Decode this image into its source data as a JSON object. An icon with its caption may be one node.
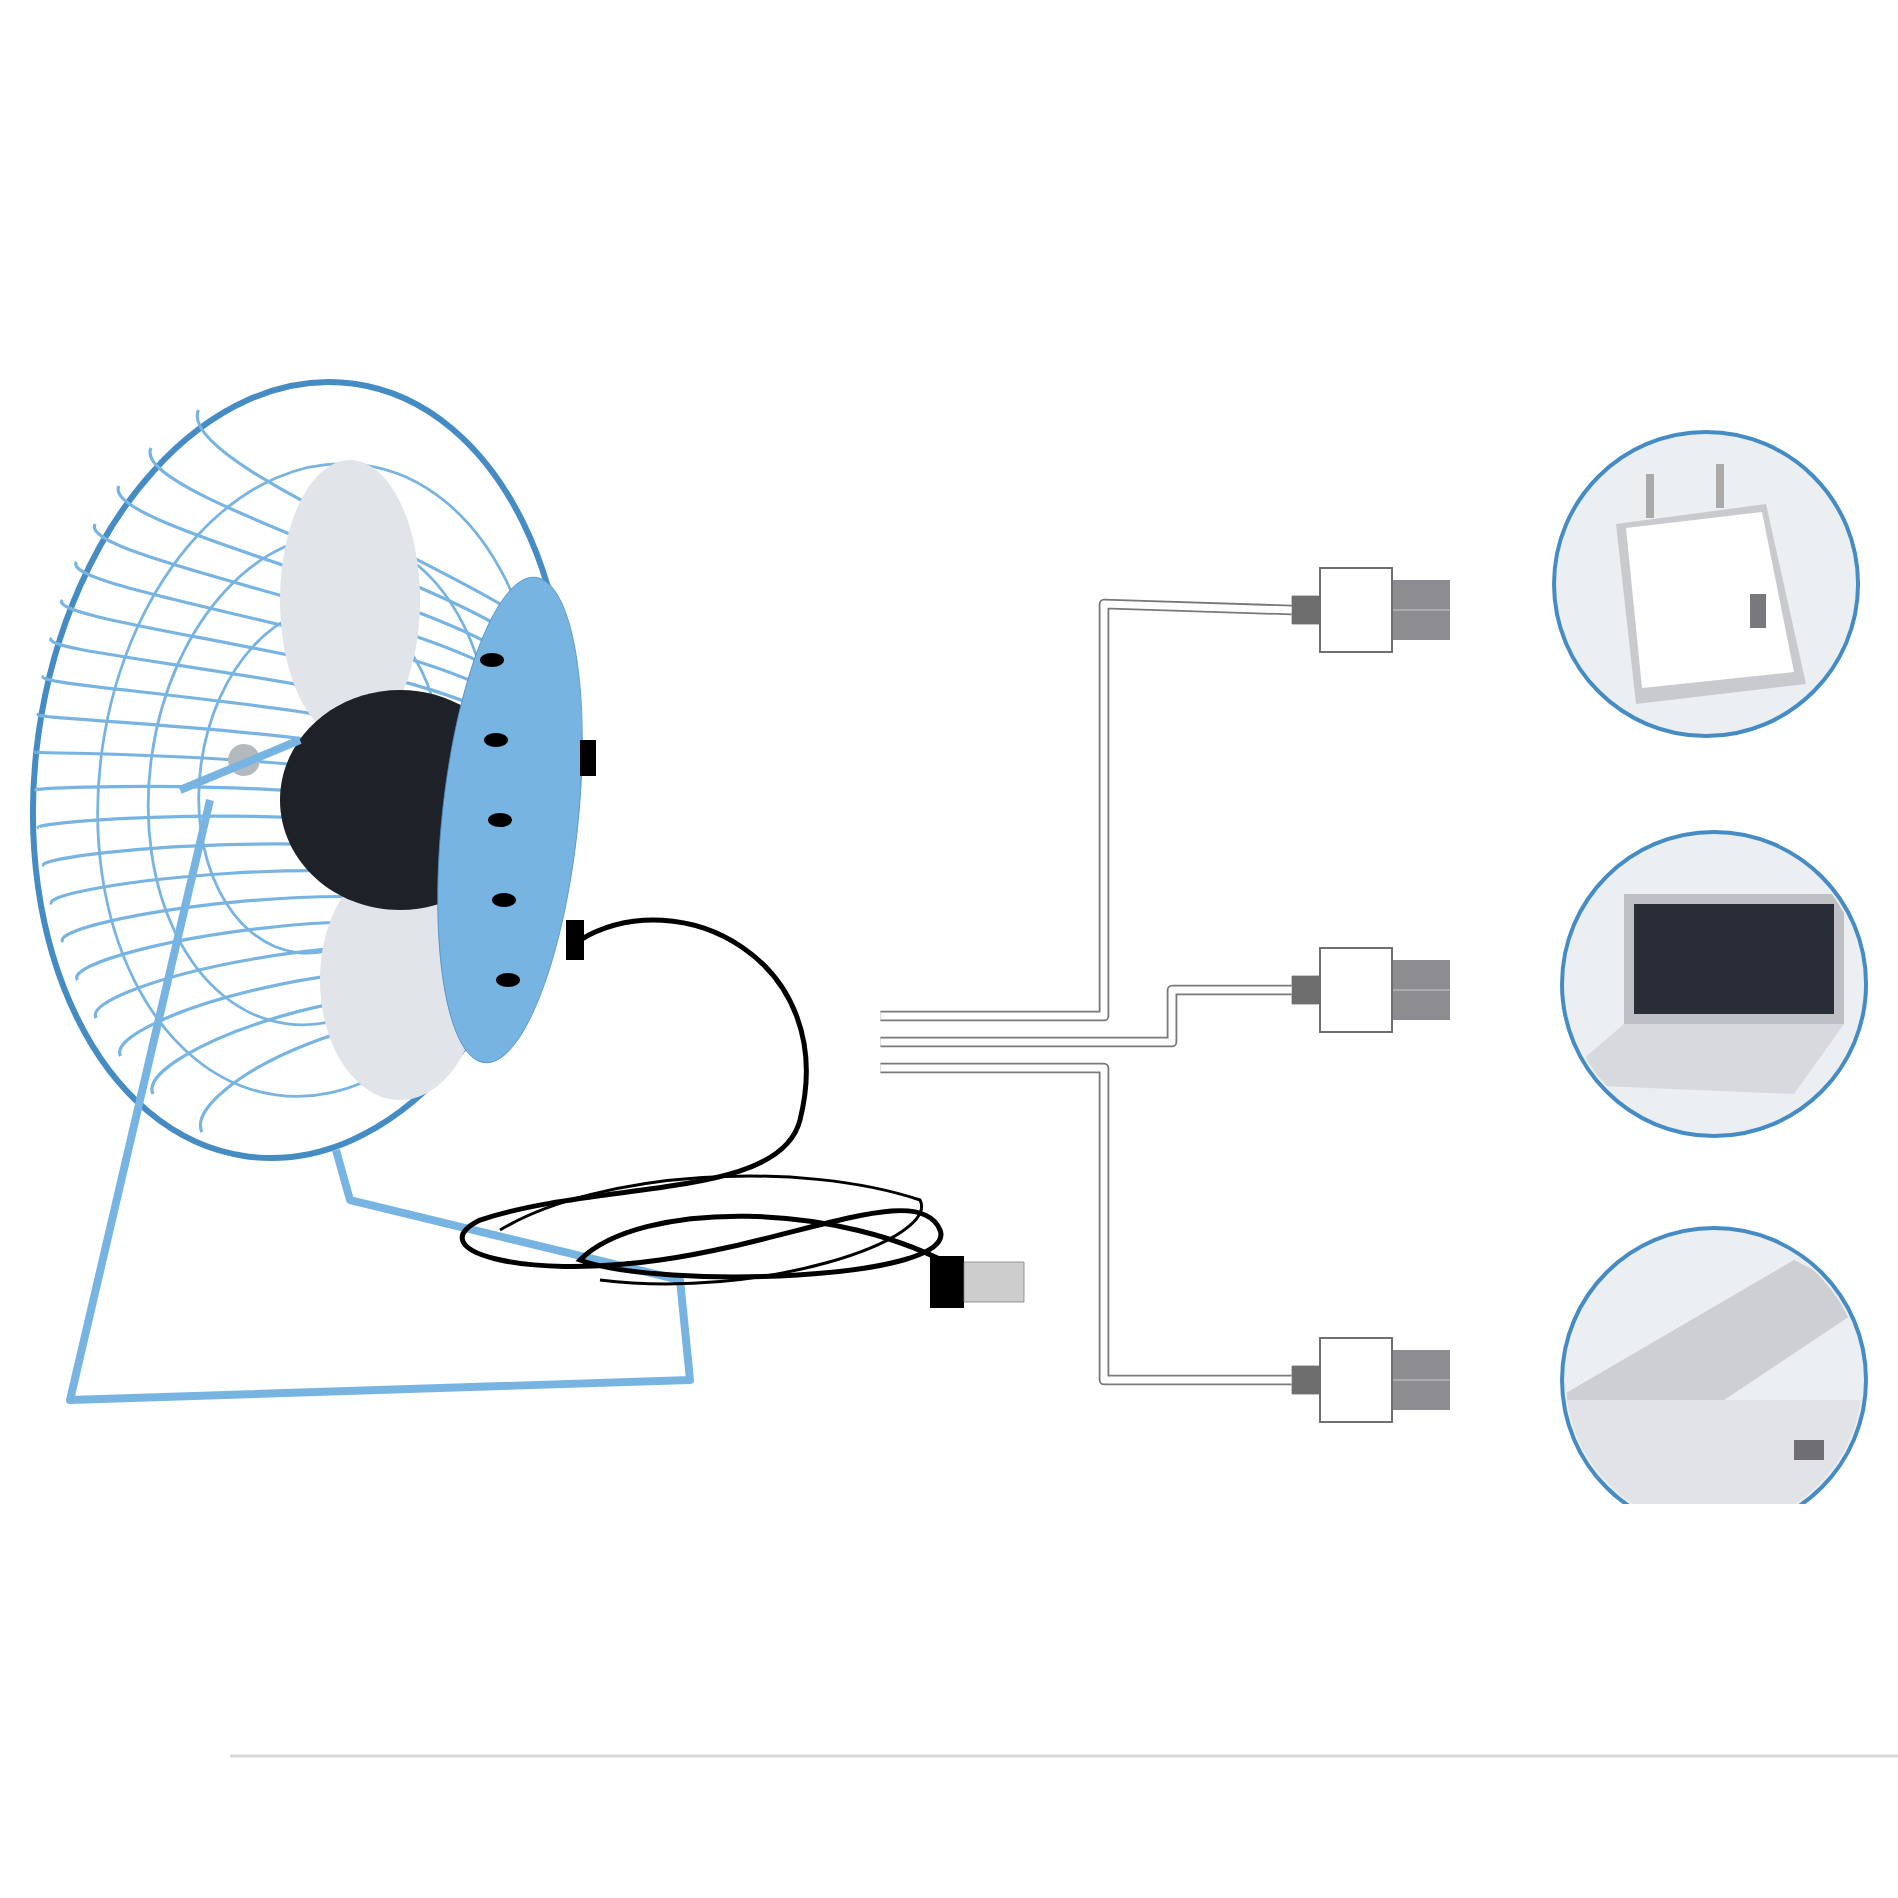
{
  "diagram": {
    "nodes": [
      {
        "text": [],
        "shape": "picture"
      },
      {
        "text": [],
        "shape": "picture"
      },
      {
        "text": [],
        "shape": "picture"
      },
      {
        "text": [],
        "shape": "picture"
      },
      {
        "text": [],
        "shape": "picture"
      },
      {
        "text": [],
        "shape": "picture"
      },
      {
        "text": [],
        "shape": "picture"
      }
    ],
    "edges": [
      {
        "from": 0,
        "to": 1,
        "arrow": "none"
      },
      {
        "from": 0,
        "to": 2,
        "arrow": "none"
      },
      {
        "from": 0,
        "to": 3,
        "arrow": "none"
      }
    ]
  }
}
